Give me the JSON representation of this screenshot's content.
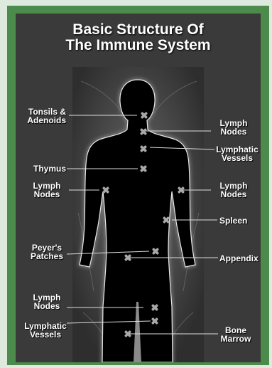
{
  "title": {
    "line1": "Basic Structure Of",
    "line2": "The Immune System"
  },
  "labels": {
    "tonsils": [
      "Tonsils &",
      "Adenoids"
    ],
    "lymph_nodes_neck": [
      "Lymph",
      "Nodes"
    ],
    "lymphatic_vessels_upper": [
      "Lymphatic",
      "Vessels"
    ],
    "thymus": [
      "Thymus"
    ],
    "lymph_nodes_left_arm": [
      "Lymph",
      "Nodes"
    ],
    "lymph_nodes_right_arm": [
      "Lymph",
      "Nodes"
    ],
    "spleen": [
      "Spleen"
    ],
    "peyers_patches": [
      "Peyer's",
      "Patches"
    ],
    "appendix": [
      "Appendix"
    ],
    "lymph_nodes_groin": [
      "Lymph",
      "Nodes"
    ],
    "lymphatic_vessels_lower": [
      "Lymphatic",
      "Vessels"
    ],
    "bone_marrow": [
      "Bone",
      "Marrow"
    ]
  },
  "colors": {
    "frame": "#4d8b4d",
    "panel": "#3a3a3a",
    "body": "#000000",
    "text": "#ffffff",
    "marker": "#a8a8a8"
  },
  "icons": {
    "marker": "x-cross-marker-icon"
  }
}
